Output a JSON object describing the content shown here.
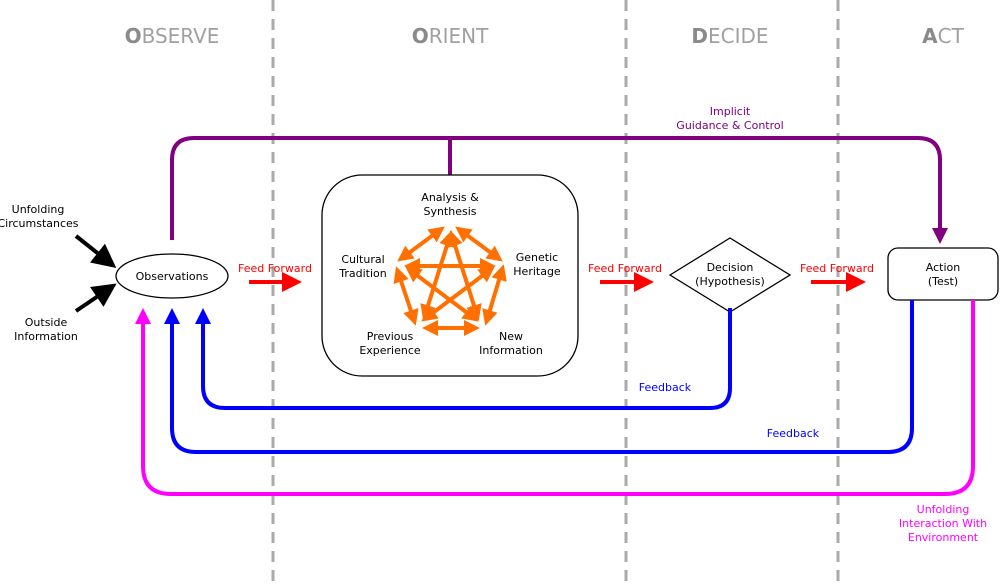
{
  "phases": [
    {
      "initial": "O",
      "rest": "BSERVE"
    },
    {
      "initial": "O",
      "rest": "RIENT"
    },
    {
      "initial": "D",
      "rest": "ECIDE"
    },
    {
      "initial": "A",
      "rest": "CT"
    }
  ],
  "inputs": {
    "unfolding_circumstances": [
      "Unfolding",
      "Circumstances"
    ],
    "outside_information": [
      "Outside",
      "Information"
    ]
  },
  "observations": "Observations",
  "feed_forward": "Feed Forward",
  "orient": {
    "analysis": [
      "Analysis &",
      "Synthesis"
    ],
    "genetic": [
      "Genetic",
      "Heritage"
    ],
    "cultural": [
      "Cultural",
      "Tradition"
    ],
    "previous": [
      "Previous",
      "Experience"
    ],
    "new_info": [
      "New",
      "Information"
    ]
  },
  "decision": [
    "Decision",
    "(Hypothesis)"
  ],
  "action": [
    "Action",
    "(Test)"
  ],
  "implicit": [
    "Implicit",
    "Guidance & Control"
  ],
  "feedback": "Feedback",
  "unfolding_interaction": [
    "Unfolding",
    "Interaction With",
    "Environment"
  ],
  "colors": {
    "guidance": "#800080",
    "feedback": "#0000ff",
    "interaction": "#ff00ff",
    "feed_forward": "#ff0000",
    "orient_links": "#ff7000",
    "dividers": "#aaaaaa"
  }
}
